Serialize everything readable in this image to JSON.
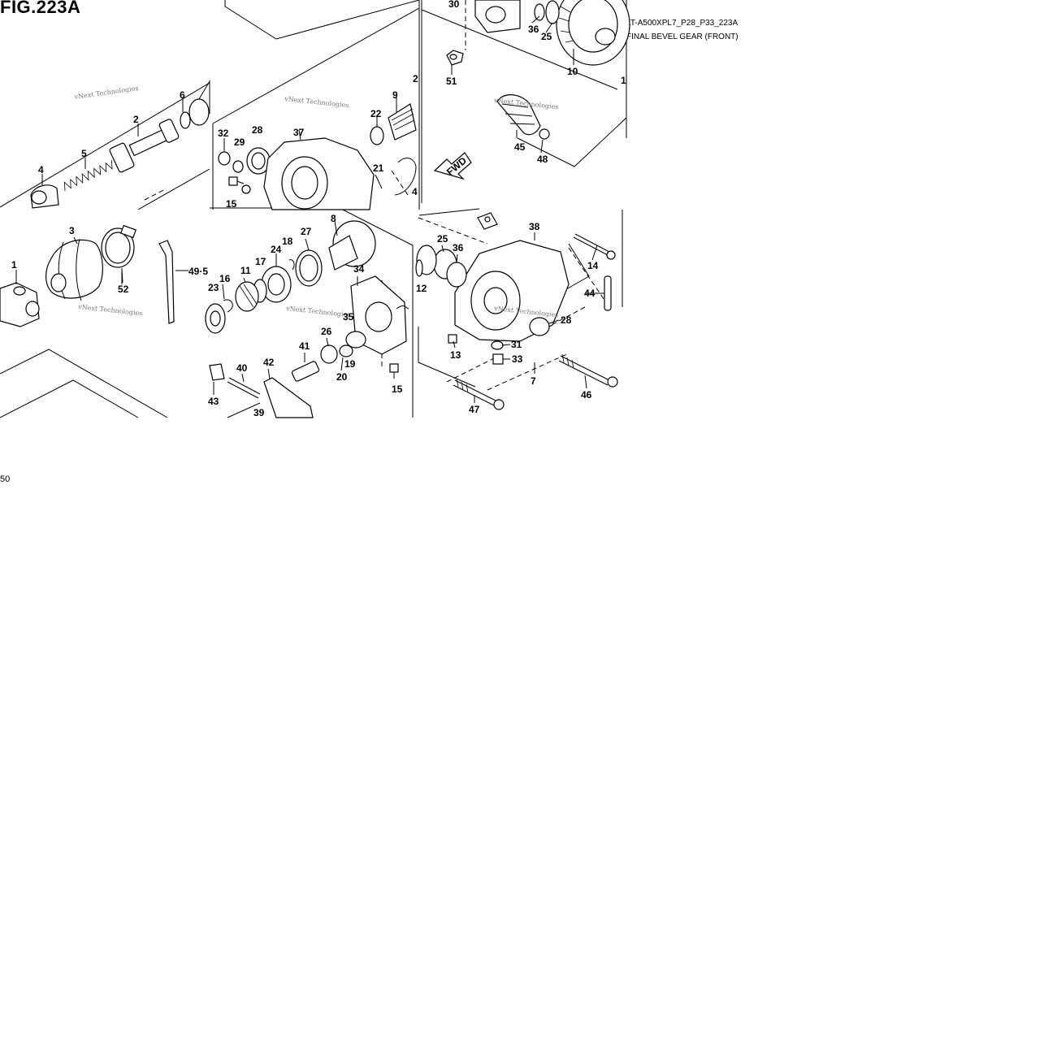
{
  "figure": {
    "title": "FIG.223A",
    "code": "LT-A500XPL7_P28_P33_223A",
    "name": "FINAL BEVEL GEAR (FRONT)",
    "direction_label": "FWD",
    "watermark": "vNext Technologies",
    "stray_text": "50"
  },
  "callouts": {
    "c1": "1",
    "c2": "2",
    "c3": "3",
    "c4": "4",
    "c5": "5",
    "c6": "6",
    "c7": "7",
    "c8": "8",
    "c9": "9",
    "c10": "10",
    "c11": "11",
    "c12": "12",
    "c13": "13",
    "c14": "14",
    "c15a": "15",
    "c15b": "15",
    "c16": "16",
    "c17": "17",
    "c18": "18",
    "c19": "19",
    "c20": "20",
    "c21": "21",
    "c22": "22",
    "c23": "23",
    "c24": "24",
    "c25a": "25",
    "c25b": "25",
    "c26": "26",
    "c27": "27",
    "c28a": "28",
    "c28b": "28",
    "c29": "29",
    "c30": "30",
    "c31": "31",
    "c32": "32",
    "c33": "33",
    "c34": "34",
    "c35": "35",
    "c36a": "36",
    "c36b": "36",
    "c37": "37",
    "c38": "38",
    "c39": "39",
    "c40": "40",
    "c41": "41",
    "c42": "42",
    "c43": "43",
    "c44": "44",
    "c45": "45",
    "c46": "46",
    "c47": "47",
    "c48": "48",
    "c49": "49·5",
    "c51": "51",
    "c52": "52",
    "p_2": "2",
    "p_4": "4",
    "p_1": "1"
  }
}
